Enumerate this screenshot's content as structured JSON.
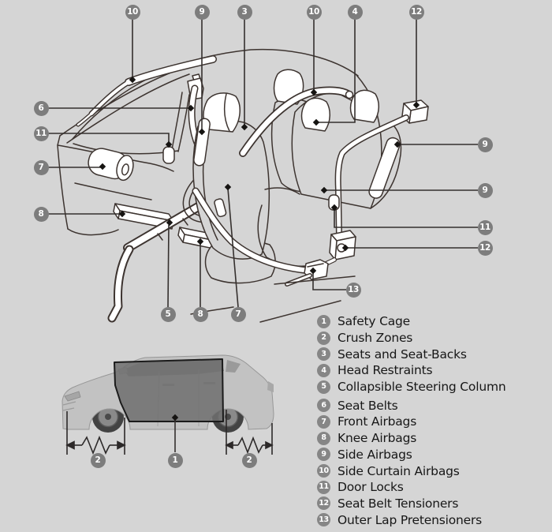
{
  "figure": {
    "background_color": "#d5d5d5",
    "badge_color": "#7d7d7d",
    "badge_text_color": "#ffffff",
    "line_color": "#3d3430"
  },
  "interior_diagram": {
    "description": "vehicle interior cutaway showing safety equipment",
    "callouts": [
      {
        "label": "10"
      },
      {
        "label": "9"
      },
      {
        "label": "3"
      },
      {
        "label": "10"
      },
      {
        "label": "4"
      },
      {
        "label": "12"
      },
      {
        "label": "6"
      },
      {
        "label": "11"
      },
      {
        "label": "7"
      },
      {
        "label": "8"
      },
      {
        "label": "9"
      },
      {
        "label": "9"
      },
      {
        "label": "11"
      },
      {
        "label": "12"
      },
      {
        "label": "13"
      },
      {
        "label": "5"
      },
      {
        "label": "8"
      },
      {
        "label": "7"
      }
    ]
  },
  "car_diagram": {
    "description": "SUV side view with highlighted safety cage and crush zones",
    "callouts": [
      {
        "label": "2"
      },
      {
        "label": "1"
      },
      {
        "label": "2"
      }
    ]
  },
  "legend": {
    "items": [
      {
        "number": "1",
        "label": "Safety Cage"
      },
      {
        "number": "2",
        "label": "Crush Zones"
      },
      {
        "number": "3",
        "label": "Seats and Seat-Backs"
      },
      {
        "number": "4",
        "label": "Head Restraints"
      },
      {
        "number": "5",
        "label": "Collapsible Steering Column"
      },
      {
        "number": "6",
        "label": "Seat Belts"
      },
      {
        "number": "7",
        "label": "Front Airbags"
      },
      {
        "number": "8",
        "label": "Knee Airbags"
      },
      {
        "number": "9",
        "label": "Side Airbags"
      },
      {
        "number": "10",
        "label": "Side Curtain Airbags"
      },
      {
        "number": "11",
        "label": "Door Locks"
      },
      {
        "number": "12",
        "label": "Seat Belt Tensioners"
      },
      {
        "number": "13",
        "label": "Outer Lap Pretensioners"
      }
    ]
  }
}
